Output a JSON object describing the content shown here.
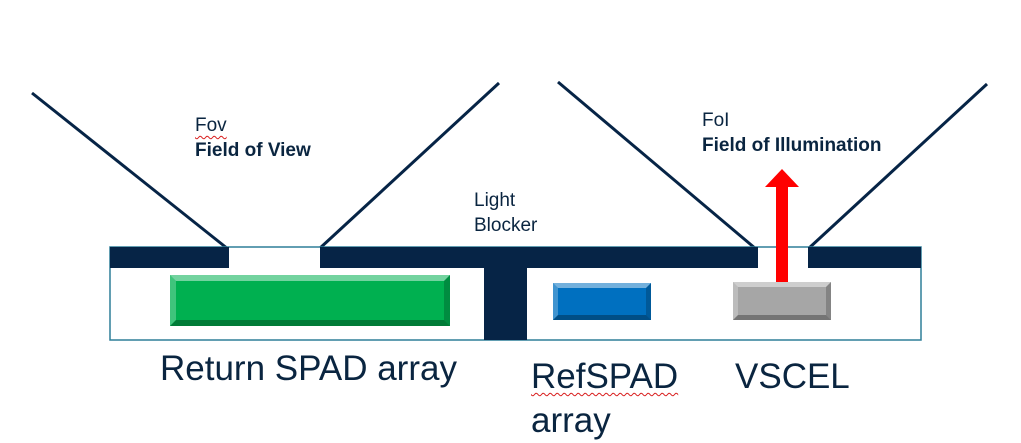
{
  "colors": {
    "navy": "#062446",
    "box_outline": "#2f7f99",
    "return_spad": "#00b050",
    "ref_spad": "#0070c0",
    "vscel": "#a6a6a6",
    "arrow": "#ff0000",
    "text": "#0a2540"
  },
  "labels": {
    "fov_abbr": "Fov",
    "fov_full": "Field of View",
    "foi_abbr": "FoI",
    "foi_full": "Field of Illumination",
    "light_blocker_line1": "Light",
    "light_blocker_line2": "Blocker",
    "return_spad": "Return SPAD array",
    "ref_spad_line1": "RefSPAD",
    "ref_spad_line2": "array",
    "vscel": "VSCEL"
  },
  "icons": {
    "emission": "up-arrow-icon"
  }
}
